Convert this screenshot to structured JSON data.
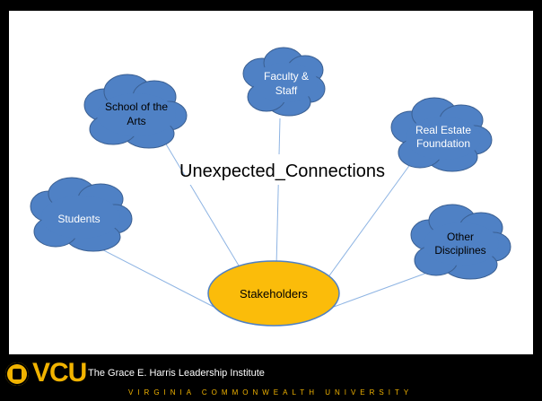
{
  "title": "Unexpected_Connections",
  "center": {
    "label": "Stakeholders",
    "color": "#fbbc0a"
  },
  "nodes": [
    {
      "id": "faculty",
      "lines": [
        "Faculty &",
        "Staff"
      ]
    },
    {
      "id": "arts",
      "lines": [
        "School of the",
        "Arts"
      ]
    },
    {
      "id": "real-estate",
      "lines": [
        "Real Estate",
        "Foundation"
      ]
    },
    {
      "id": "students",
      "lines": [
        "Students"
      ]
    },
    {
      "id": "other",
      "lines": [
        "Other",
        "Disciplines"
      ]
    }
  ],
  "colors": {
    "cloud_fill": "#4f81c5",
    "cloud_stroke": "#3a5f92",
    "edge": "#8eb4e3",
    "brand_gold": "#f1b300"
  },
  "footer": {
    "logo_text": "VCU",
    "institute": "The Grace E. Harris Leadership Institute",
    "university": "VIRGINIA COMMONWEALTH UNIVERSITY"
  }
}
